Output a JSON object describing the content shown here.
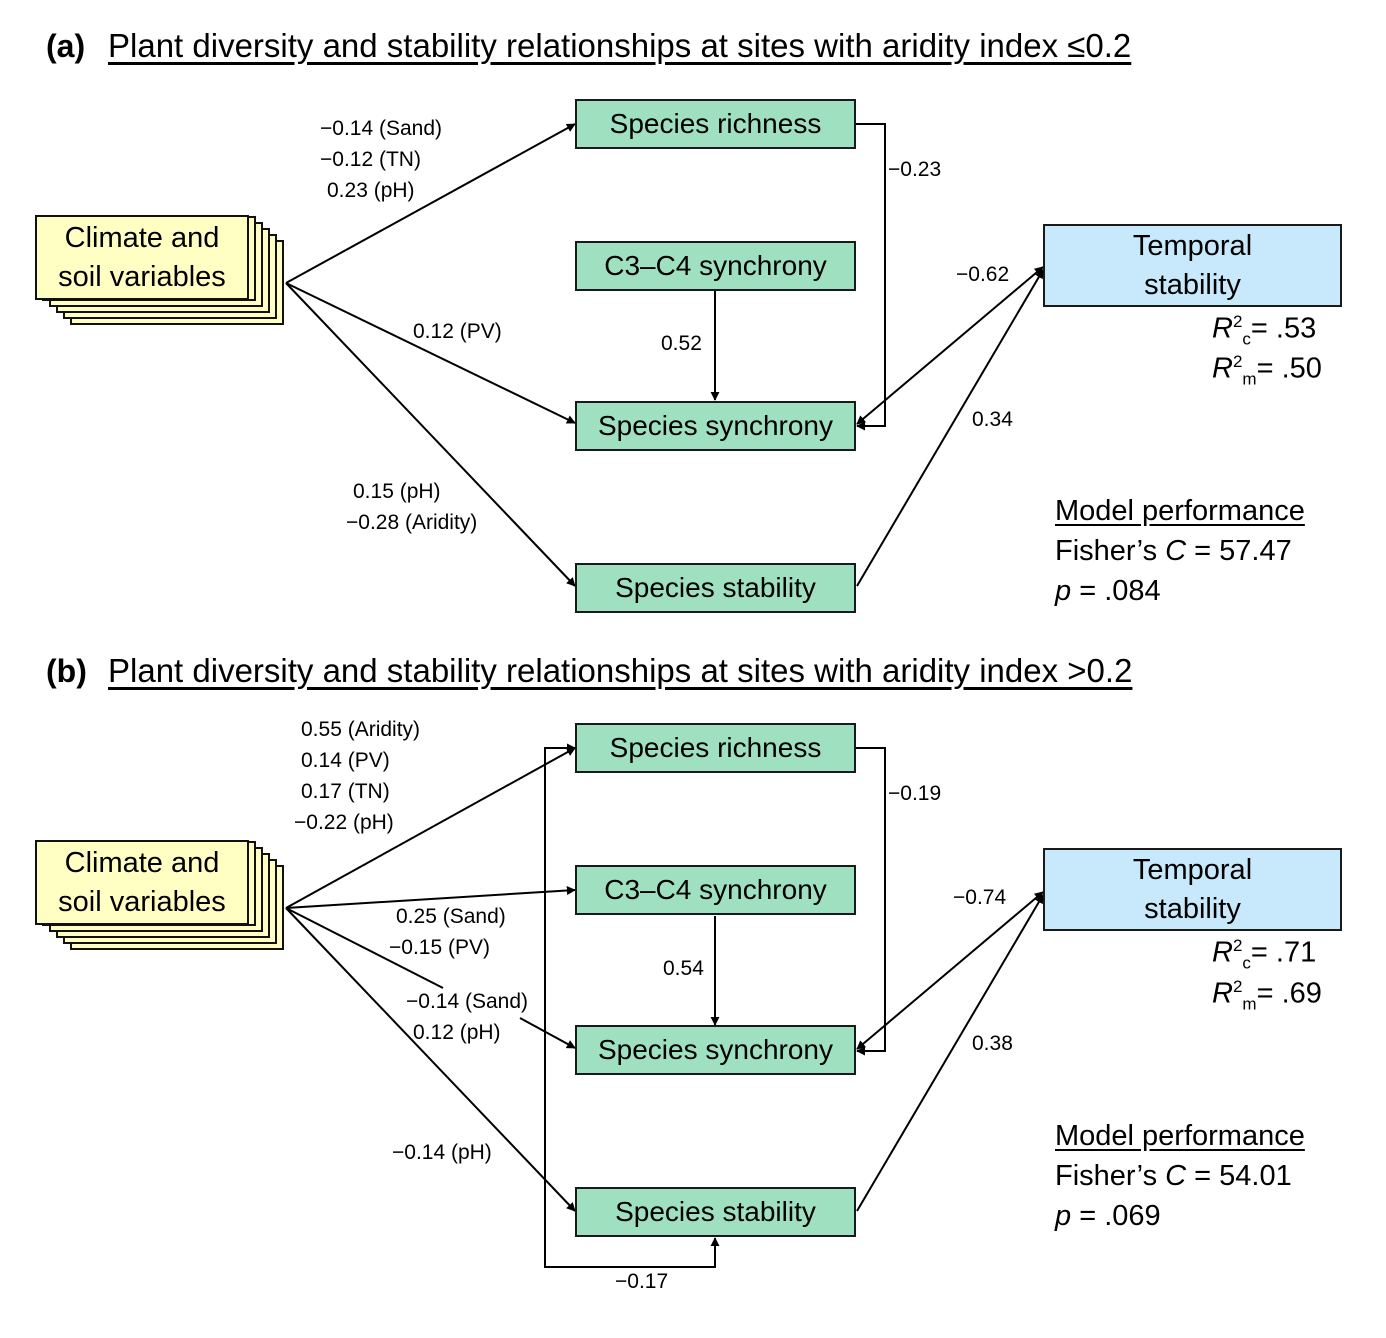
{
  "panels": [
    {
      "tag": "(a)",
      "title": "Plant diversity and stability relationships at sites with aridity index ≤0.2",
      "source_line1": "Climate and",
      "source_line2": "soil variables",
      "richness": "Species richness",
      "c3c4": "C3–C4 synchrony",
      "synchrony": "Species synchrony",
      "stability": "Species stability",
      "temporal_line1": "Temporal",
      "temporal_line2": "stability",
      "r2c_prefix": "R",
      "r2c_sup": "2",
      "r2c_sub": "c",
      "r2c_value": "= .53",
      "r2m_prefix": "R",
      "r2m_sup": "2",
      "r2m_sub": "m",
      "r2m_value": "= .50",
      "perf_title": "Model performance",
      "fisher_prefix": "Fisher’s ",
      "fisher_c": "C",
      "fisher_value": " = 57.47",
      "p_label": "p",
      "p_value": " = .084",
      "path_labels": {
        "src_richness": [
          "−0.14 (Sand)",
          "−0.12 (TN)",
          "0.23 (pH)"
        ],
        "src_synchrony": [
          "0.12 (PV)"
        ],
        "src_stability": [
          "0.15 (pH)",
          "−0.28 (Aridity)"
        ],
        "richness_synchrony": "−0.23",
        "c3c4_synchrony": "0.52",
        "synchrony_temporal": "−0.62",
        "stability_temporal": "0.34"
      }
    },
    {
      "tag": "(b)",
      "title": "Plant diversity and stability relationships at sites with aridity index >0.2",
      "source_line1": "Climate and",
      "source_line2": "soil variables",
      "richness": "Species richness",
      "c3c4": "C3–C4 synchrony",
      "synchrony": "Species synchrony",
      "stability": "Species stability",
      "temporal_line1": "Temporal",
      "temporal_line2": "stability",
      "r2c_prefix": "R",
      "r2c_sup": "2",
      "r2c_sub": "c",
      "r2c_value": "= .71",
      "r2m_prefix": "R",
      "r2m_sup": "2",
      "r2m_sub": "m",
      "r2m_value": "= .69",
      "perf_title": "Model performance",
      "fisher_prefix": "Fisher’s ",
      "fisher_c": "C",
      "fisher_value": " = 54.01",
      "p_label": "p",
      "p_value": " = .069",
      "path_labels": {
        "src_richness": [
          "0.55 (Aridity)",
          "0.14 (PV)",
          "0.17 (TN)",
          "−0.22 (pH)"
        ],
        "src_c3c4": [
          "0.25 (Sand)",
          "−0.15 (PV)"
        ],
        "src_synchrony": [
          "−0.14 (Sand)",
          "0.12 (pH)"
        ],
        "src_stability": [
          "−0.14 (pH)"
        ],
        "richness_synchrony": "−0.19",
        "c3c4_synchrony": "0.54",
        "richness_stability": "−0.17",
        "synchrony_temporal": "−0.74",
        "stability_temporal": "0.38"
      }
    }
  ]
}
